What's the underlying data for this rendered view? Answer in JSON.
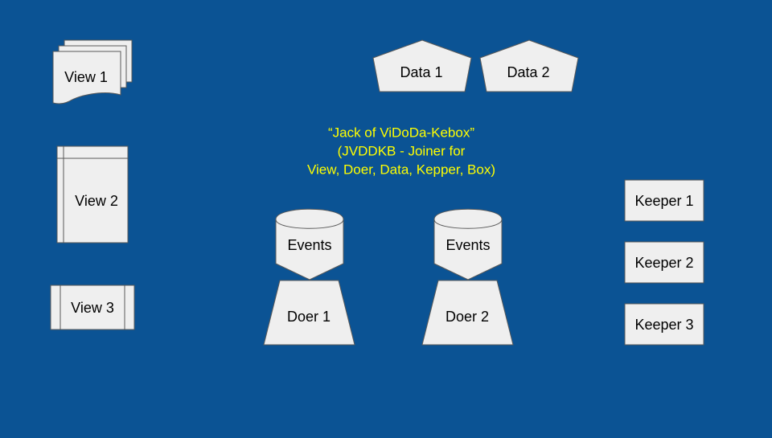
{
  "colors": {
    "background": "#0b5394",
    "shape_fill": "#efefef",
    "shape_stroke": "#595959",
    "title_text": "#ffff00"
  },
  "title": {
    "lines": [
      "“Jack of ViDoDa-Kebox”",
      "(JVDDKB - Joiner for",
      "View, Doer, Data, Kepper, Box)"
    ]
  },
  "views": {
    "view1": "View 1",
    "view2": "View 2",
    "view3": "View 3"
  },
  "data": {
    "data1": "Data 1",
    "data2": "Data 2"
  },
  "events": {
    "events1": "Events",
    "events2": "Events"
  },
  "doers": {
    "doer1": "Doer 1",
    "doer2": "Doer 2"
  },
  "keepers": {
    "keeper1": "Keeper 1",
    "keeper2": "Keeper 2",
    "keeper3": "Keeper 3"
  }
}
